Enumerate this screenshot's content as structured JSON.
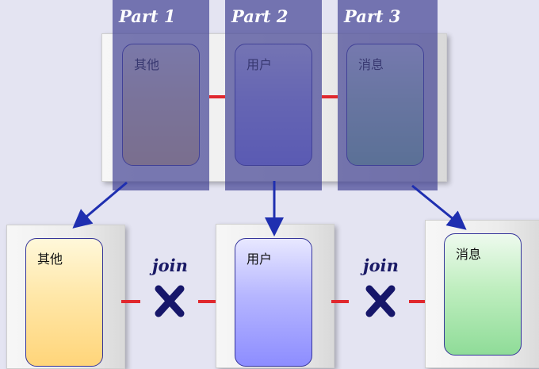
{
  "partitions": [
    {
      "part_label": "Part 1",
      "card_label": "其他",
      "color": "yellow"
    },
    {
      "part_label": "Part 2",
      "card_label": "用户",
      "color": "blue"
    },
    {
      "part_label": "Part 3",
      "card_label": "消息",
      "color": "green"
    }
  ],
  "split_cards": [
    "其他",
    "用户",
    "消息"
  ],
  "join_labels": [
    "join",
    "join"
  ],
  "icons": {
    "arrow": "arrow-down-icon",
    "cross": "cross-icon"
  },
  "colors": {
    "overlay": "#46469a",
    "connector": "#e0282e",
    "arrow": "#1f2fb0",
    "cross": "#16166a"
  }
}
